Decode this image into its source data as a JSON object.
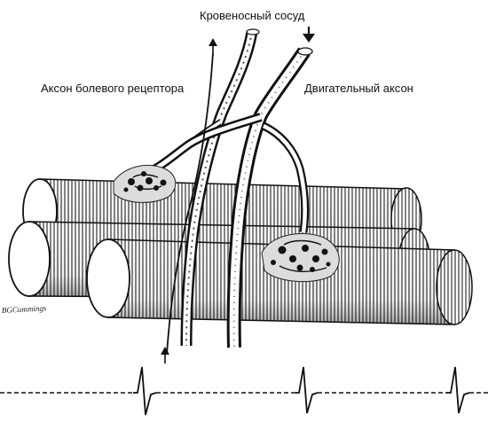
{
  "labels": {
    "blood_vessel": "Кровеносный сосуд",
    "pain_axon": "Аксон болевого рецептора",
    "motor_axon": "Двигательный аксон"
  },
  "signature": "BGCummings",
  "colors": {
    "ink": "#111111",
    "muscle_fill": "#ffffff",
    "muscle_shade": "#cfcfcf",
    "background": "#ffffff"
  },
  "icons": {
    "pain_axon_arrow_up": "arrow-up-icon",
    "pain_axon_arrow_bottom": "arrow-up-icon",
    "motor_axon_arrow_down": "arrow-down-icon"
  }
}
